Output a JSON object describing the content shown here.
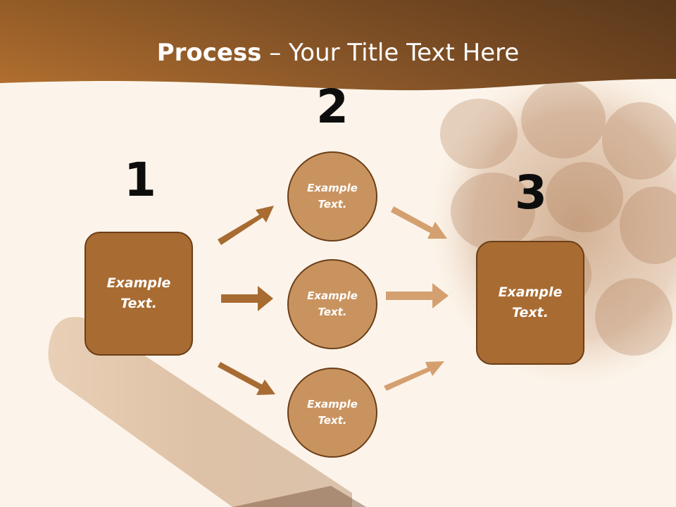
{
  "title": {
    "bold": "Process",
    "rest": " – Your Title Text Here"
  },
  "steps": {
    "one": {
      "number": "1",
      "label": "Example Text."
    },
    "two": {
      "number": "2"
    },
    "three": {
      "number": "3",
      "label": "Example Text."
    }
  },
  "circles": [
    {
      "label": "Example Text."
    },
    {
      "label": "Example Text."
    },
    {
      "label": "Example Text."
    }
  ],
  "colors": {
    "header": "#8a5426",
    "box_fill": "#a86b32",
    "circle_fill": "#c9935f",
    "outline": "#6b3e18",
    "arrow_left": "#a86b32",
    "arrow_right": "#d4a070",
    "number": "#0d0d0d"
  }
}
